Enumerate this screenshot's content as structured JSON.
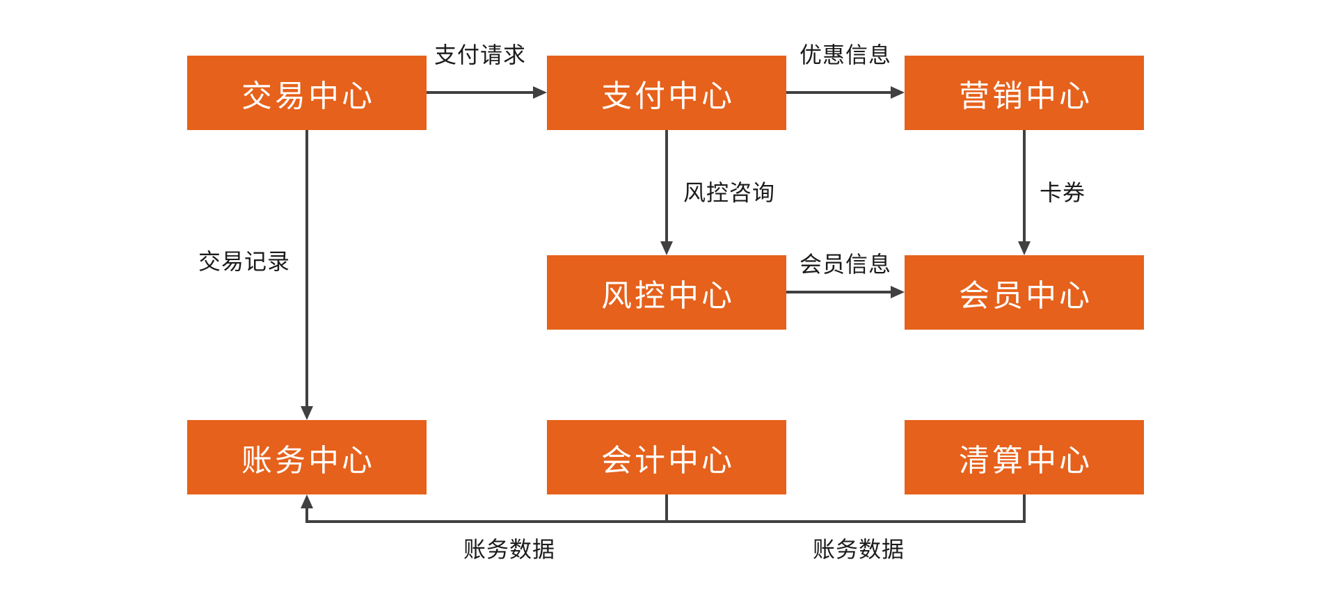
{
  "colors": {
    "box": "#E6611B",
    "box_text": "#FFFFFF",
    "line": "#404040",
    "label_text": "#1B1B1B",
    "background": "#FFFFFF"
  },
  "nodes": [
    {
      "id": "trade-center",
      "label": "交易中心"
    },
    {
      "id": "payment-center",
      "label": "支付中心"
    },
    {
      "id": "marketing-center",
      "label": "营销中心"
    },
    {
      "id": "risk-center",
      "label": "风控中心"
    },
    {
      "id": "member-center",
      "label": "会员中心"
    },
    {
      "id": "billing-center",
      "label": "账务中心"
    },
    {
      "id": "accounting-center",
      "label": "会计中心"
    },
    {
      "id": "clearing-center",
      "label": "清算中心"
    }
  ],
  "edges": [
    {
      "from": "交易中心",
      "to": "支付中心",
      "label": "支付请求"
    },
    {
      "from": "支付中心",
      "to": "营销中心",
      "label": "优惠信息"
    },
    {
      "from": "支付中心",
      "to": "风控中心",
      "label": "风控咨询"
    },
    {
      "from": "营销中心",
      "to": "会员中心",
      "label": "卡券"
    },
    {
      "from": "风控中心",
      "to": "会员中心",
      "label": "会员信息"
    },
    {
      "from": "交易中心",
      "to": "账务中心",
      "label": "交易记录"
    },
    {
      "from": "会计中心",
      "to": "账务中心",
      "label": "账务数据"
    },
    {
      "from": "清算中心",
      "to": "账务中心",
      "label": "账务数据"
    }
  ]
}
